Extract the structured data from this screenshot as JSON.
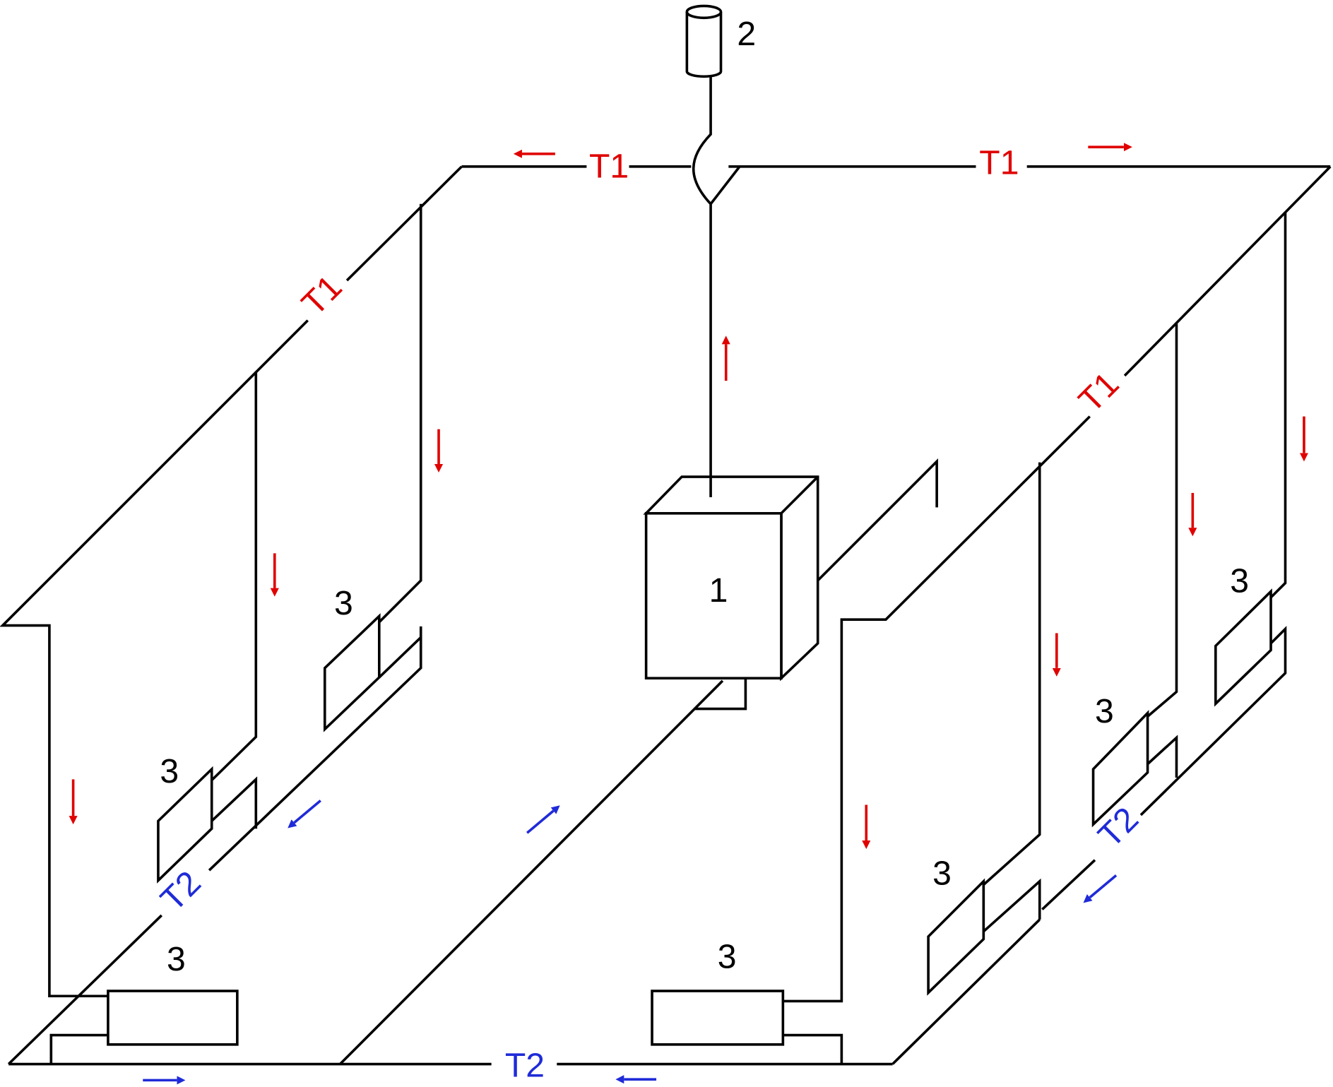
{
  "labels": {
    "boiler": "1",
    "expansion_tank": "2",
    "radiator": "3",
    "supply": "T1",
    "return": "T2"
  },
  "colors": {
    "line": "#000000",
    "supply": "#e00000",
    "return": "#1f2bd8",
    "background": "#ffffff"
  }
}
